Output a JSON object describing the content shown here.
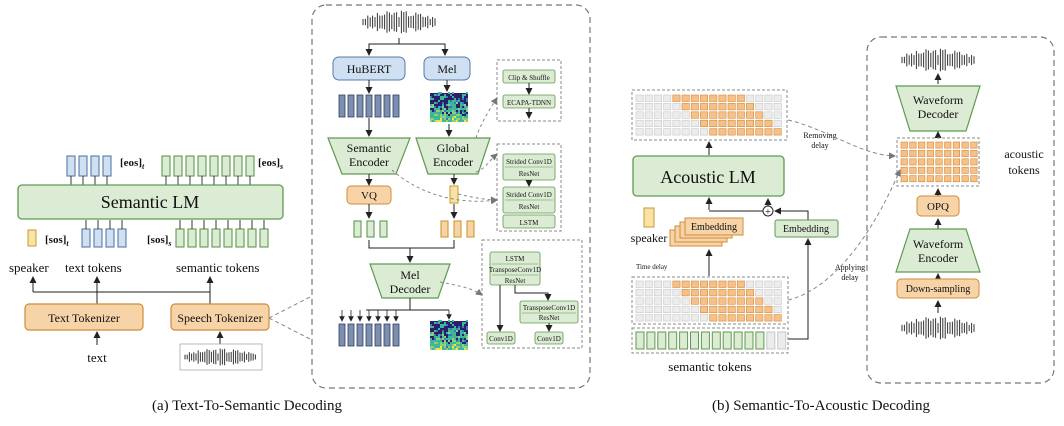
{
  "left": {
    "semantic_lm": "Semantic LM",
    "eos_t": "[eos]",
    "eos_t_sub": "t",
    "eos_s": "[eos]",
    "eos_s_sub": "s",
    "sos_t": "[sos]",
    "sos_t_sub": "t",
    "sos_s": "[sos]",
    "sos_s_sub": "s",
    "speaker": "speaker",
    "text_tokens": "text tokens",
    "semantic_tokens": "semantic tokens",
    "text_tokenizer": "Text Tokenizer",
    "speech_tokenizer": "Speech Tokenizer",
    "text": "text"
  },
  "tokenizer": {
    "hubert": "HuBERT",
    "mel": "Mel",
    "semantic_encoder_1": "Semantic",
    "semantic_encoder_2": "Encoder",
    "global_encoder_1": "Global",
    "global_encoder_2": "Encoder",
    "vq": "VQ",
    "mel_decoder_1": "Mel",
    "mel_decoder_2": "Decoder",
    "clip_shuffle": "Clip & Shuffle",
    "ecapa": "ECAPA-TDNN",
    "strided_conv_a": "Strided Conv1D",
    "resnet_a": "ResNet",
    "strided_conv_b": "Strided Conv1D",
    "resnet_b": "ResNet",
    "lstm_a": "LSTM",
    "lstm_b": "LSTM",
    "transposeconv_a": "TransposeConv1D",
    "resnet_c": "ResNet",
    "transposeconv_b": "TransposeConv1D",
    "resnet_d": "ResNet",
    "conv_a": "Conv1D",
    "conv_b": "Conv1D"
  },
  "right": {
    "acoustic_lm": "Acoustic LM",
    "speaker": "speaker",
    "embedding_a": "Embedding",
    "embedding_b": "Embedding",
    "removing_delay_1": "Removing",
    "removing_delay_2": "delay",
    "applying_delay_1": "Applying",
    "applying_delay_2": "delay",
    "time_delay": "Time delay",
    "semantic_tokens": "semantic tokens",
    "waveform_decoder_1": "Waveform",
    "waveform_decoder_2": "Decoder",
    "acoustic_tokens_1": "acoustic",
    "acoustic_tokens_2": "tokens",
    "opq": "OPQ",
    "waveform_encoder_1": "Waveform",
    "waveform_encoder_2": "Encoder",
    "down_sampling": "Down-sampling",
    "plus": "+"
  },
  "captions": {
    "a": "(a) Text-To-Semantic Decoding",
    "b": "(b) Semantic-To-Acoustic Decoding"
  },
  "colors": {
    "green_fill": "#dcebd3",
    "green_stroke": "#5f9a50",
    "orange_fill": "#f7d3a8",
    "orange_stroke": "#d08b3a",
    "blue_fill": "#cfe0f2",
    "blue_stroke": "#5a79a6",
    "gray_fill": "#ececec"
  }
}
